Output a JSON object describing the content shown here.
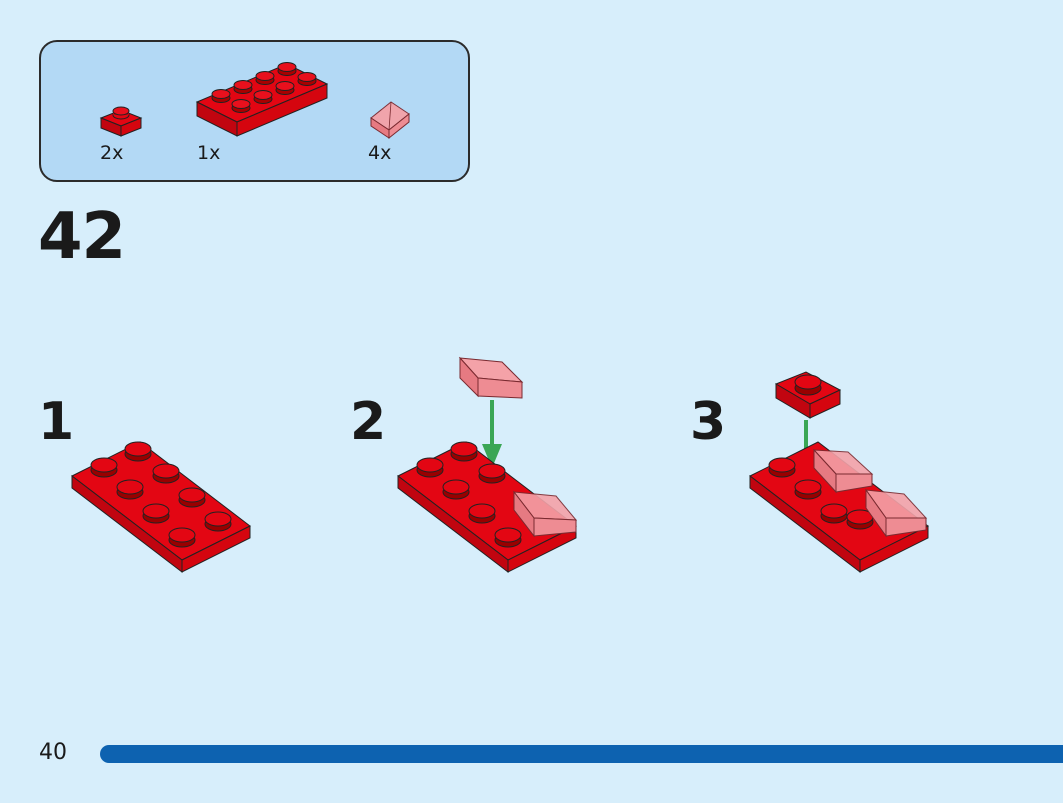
{
  "parts_list": [
    {
      "icon": "red-plate-1x1-icon",
      "quantity": "2x"
    },
    {
      "icon": "red-plate-2x4-icon",
      "quantity": "1x"
    },
    {
      "icon": "trans-red-slope-icon",
      "quantity": "4x"
    }
  ],
  "step_number": "42",
  "sub_steps": [
    {
      "label": "1"
    },
    {
      "label": "2"
    },
    {
      "label": "3"
    }
  ],
  "page": {
    "number": "40"
  },
  "colors": {
    "background": "#d7eefb",
    "parts_box": "#b3d9f5",
    "brick_red": "#e30613",
    "trans_red": "#f4a2a8",
    "arrow_green": "#3aa655",
    "page_bar": "#0d62b0"
  }
}
